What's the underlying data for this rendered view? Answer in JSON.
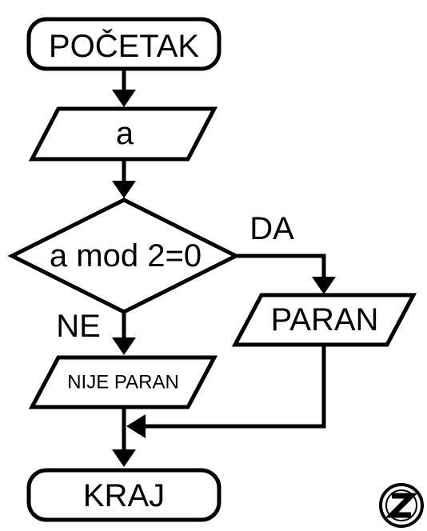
{
  "diagram": {
    "start": "POČETAK",
    "input": "a",
    "condition": "a mod 2=0",
    "yes_label": "DA",
    "no_label": "NE",
    "output_yes": "PARAN",
    "output_no": "NIJE PARAN",
    "end": "KRAJ"
  },
  "colors": {
    "stroke": "#000000",
    "fill": "#ffffff"
  },
  "logo_icon": "circled-z-logo-icon"
}
